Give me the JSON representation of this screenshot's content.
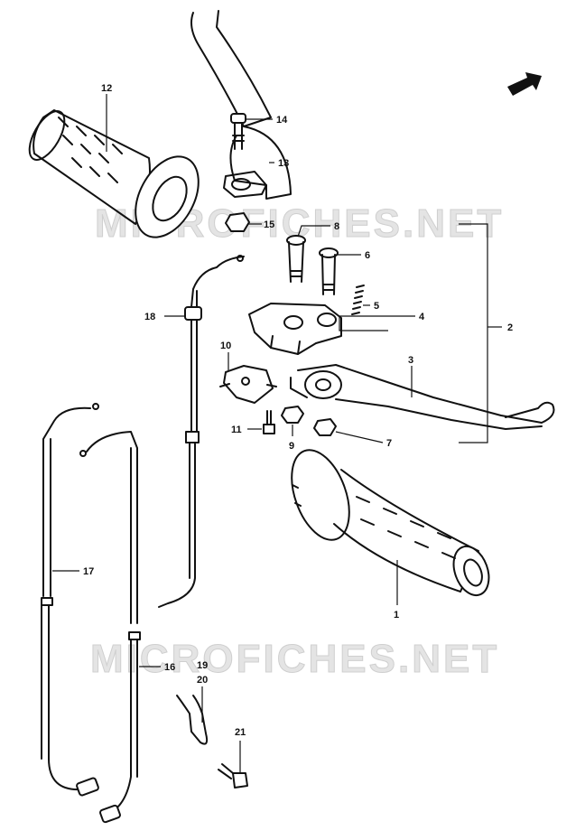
{
  "watermark_text": "MICROFICHES.NET",
  "callouts": {
    "c1": "1",
    "c2": "2",
    "c3": "3",
    "c4": "4",
    "c5": "5",
    "c6": "6",
    "c7": "7",
    "c8": "8",
    "c9": "9",
    "c10": "10",
    "c11": "11",
    "c12": "12",
    "c13": "13",
    "c14": "14",
    "c15": "15",
    "c16": "16",
    "c17": "17",
    "c18": "18",
    "c19": "19",
    "c20": "20",
    "c21": "21"
  },
  "colors": {
    "ink": "#111111",
    "watermark": "#e4e4e4"
  },
  "icons": {
    "orientation": "front-arrow-icon"
  }
}
